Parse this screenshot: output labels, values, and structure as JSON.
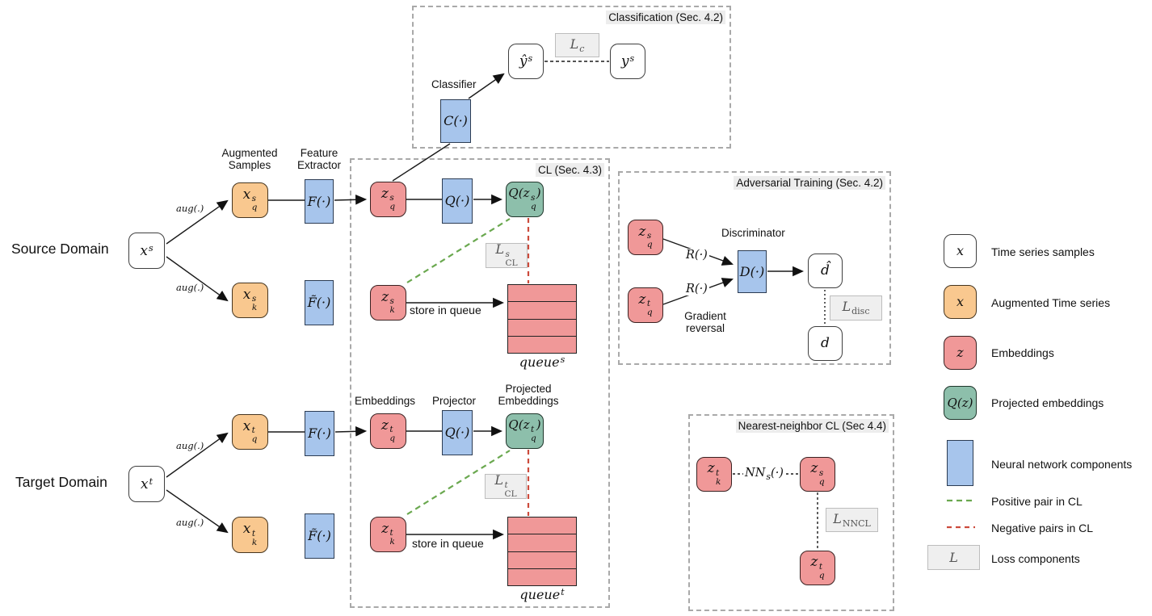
{
  "colors": {
    "node_orange": "#F9C88F",
    "node_red": "#F09898",
    "node_blue": "#A7C5EC",
    "node_green": "#8DBFAB",
    "loss_box_bg": "#EFEFEF",
    "section_label_bg": "#EDEDED",
    "positive_pair_green": "#6AA84F",
    "negative_pair_red": "#CC4B3C"
  },
  "sections": {
    "classification": "Classification (Sec. 4.2)",
    "cl": "CL (Sec. 4.3)",
    "adversarial": "Adversarial Training (Sec. 4.2)",
    "nncl": "Nearest-neighbor CL (Sec 4.4)"
  },
  "domains": {
    "source": "Source Domain",
    "target": "Target Domain"
  },
  "annotations": {
    "augmented_samples": {
      "line1": "Augmented",
      "line2": "Samples"
    },
    "feature_extractor": {
      "line1": "Feature",
      "line2": "Extractor"
    },
    "classifier": "Classifier",
    "discriminator": "Discriminator",
    "gradient_reversal": {
      "line1": "Gradient",
      "line2": "reversal"
    },
    "embeddings": "Embeddings",
    "projector": "Projector",
    "projected_embeddings": {
      "line1": "Projected",
      "line2": "Embeddings"
    },
    "store_in_queue": "store in queue",
    "aug_fn": "aug(.)",
    "r_fn": "R(·)"
  },
  "nodes": {
    "xs": {
      "base": "x",
      "sup": "s"
    },
    "xt": {
      "base": "x",
      "sup": "t"
    },
    "xqs": {
      "base": "x",
      "sup": "s",
      "sub": "q"
    },
    "xks": {
      "base": "x",
      "sup": "s",
      "sub": "k"
    },
    "xqt": {
      "base": "x",
      "sup": "t",
      "sub": "q"
    },
    "xkt": {
      "base": "x",
      "sup": "t",
      "sub": "k"
    },
    "F": {
      "base": "F(·)"
    },
    "Ftilde": {
      "base": "F̃(·)"
    },
    "Q": {
      "base": "Q(·)"
    },
    "C": {
      "base": "C(·)"
    },
    "D": {
      "base": "D(·)"
    },
    "zqs": {
      "base": "z",
      "sup": "s",
      "sub": "q"
    },
    "zks": {
      "base": "z",
      "sup": "s",
      "sub": "k"
    },
    "zqt": {
      "base": "z",
      "sup": "t",
      "sub": "q"
    },
    "zkt": {
      "base": "z",
      "sup": "t",
      "sub": "k"
    },
    "Qzqs": {
      "pre": "Q(",
      "base": "z",
      "sup": "s",
      "sub": "q",
      "post": ")"
    },
    "Qzqt": {
      "pre": "Q(",
      "base": "z",
      "sup": "t",
      "sub": "q",
      "post": ")"
    },
    "yhat": {
      "base": "ŷ",
      "sup": "s"
    },
    "ys": {
      "base": "y",
      "sup": "s"
    },
    "dhat": {
      "base": "d̂"
    },
    "d": {
      "base": "d"
    },
    "Lc": {
      "base": "L",
      "sub": "c"
    },
    "Lcl_s": {
      "base": "L",
      "sup": "s",
      "sub": "CL"
    },
    "Lcl_t": {
      "base": "L",
      "sup": "t",
      "sub": "CL"
    },
    "Ldisc": {
      "base": "L",
      "sub": "disc"
    },
    "Lnncl": {
      "base": "L",
      "sub": "NNCL"
    },
    "NNs": {
      "base": "NN",
      "sub": "s",
      "post": "(·)"
    },
    "queue_s": {
      "base": "queue",
      "sup": "s"
    },
    "queue_t": {
      "base": "queue",
      "sup": "t"
    },
    "legend_L": {
      "base": "L"
    }
  },
  "legend": {
    "items": [
      {
        "swatch": "white-node",
        "symbol": "x",
        "label": "Time series samples"
      },
      {
        "swatch": "orange-node",
        "symbol": "x",
        "label": "Augmented Time series"
      },
      {
        "swatch": "red-node",
        "symbol": "z",
        "label": "Embeddings"
      },
      {
        "swatch": "green-node",
        "symbol": "Q(z)",
        "label": "Projected embeddings"
      },
      {
        "swatch": "blue-rect",
        "label": "Neural network components"
      },
      {
        "swatch": "green-dash",
        "label": "Positive pair in CL"
      },
      {
        "swatch": "red-dash",
        "label": "Negative pairs in CL"
      },
      {
        "swatch": "loss-box",
        "symbol": "L",
        "label": "Loss components"
      }
    ]
  }
}
